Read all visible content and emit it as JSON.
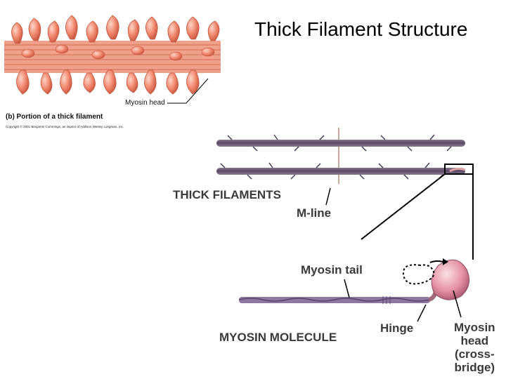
{
  "slide": {
    "title": "Thick Filament Structure"
  },
  "inset": {
    "myosin_head_label": "Myosin head",
    "caption": "(b) Portion of a thick filament",
    "copyright": "Copyright © 2001 Benjamin Cummings, an imprint of Addison Wesley Longman, Inc."
  },
  "labels": {
    "thick_filaments": "THICK FILAMENTS",
    "m_line": "M-line",
    "myosin_tail": "Myosin tail",
    "hinge": "Hinge",
    "myosin_molecule": "MYOSIN MOLECULE",
    "myosin_head": "Myosin\nhead\n(cross-\nbridge)"
  },
  "colors": {
    "filament_body": "#f19f8a",
    "filament_stripe": "#e07a62",
    "head_fill": "#f08670",
    "thick_filament": "#5e4b6a",
    "myosin_head_pink": "#e89aa8",
    "leader_line": "#000000"
  }
}
